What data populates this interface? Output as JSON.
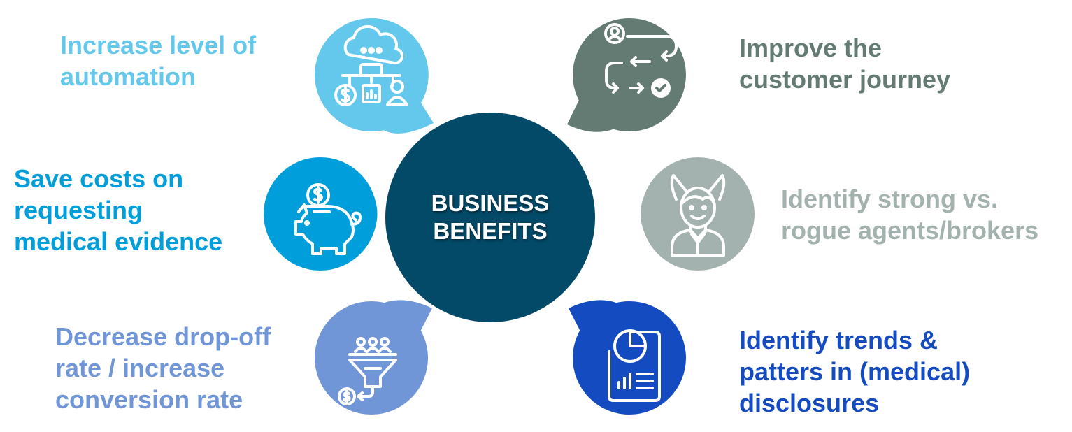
{
  "center": {
    "line1": "BUSINESS",
    "line2": "BENEFITS",
    "color": "#034a69"
  },
  "benefits": [
    {
      "id": "automation",
      "lines": [
        "Increase level of",
        "automation"
      ],
      "color": "#64c8ec",
      "icon": "cloud-robot-icon"
    },
    {
      "id": "customer-journey",
      "lines": [
        "Improve the",
        "customer journey"
      ],
      "color": "#647b73",
      "icon": "customer-flow-icon"
    },
    {
      "id": "save-costs",
      "lines": [
        "Save costs on",
        "requesting",
        "medical evidence"
      ],
      "color": "#009fdb",
      "icon": "piggy-bank-icon"
    },
    {
      "id": "agents",
      "lines": [
        "Identify strong vs.",
        "rogue agents/brokers"
      ],
      "color": "#a3b2ae",
      "icon": "horned-agent-icon"
    },
    {
      "id": "drop-off",
      "lines": [
        "Decrease drop-off",
        "rate / increase",
        "conversion rate"
      ],
      "color": "#7096d8",
      "icon": "conversion-funnel-icon"
    },
    {
      "id": "trends",
      "lines": [
        "Identify trends &",
        "patters in (medical)",
        "disclosures"
      ],
      "color": "#144bc0",
      "icon": "report-chart-icon"
    }
  ]
}
